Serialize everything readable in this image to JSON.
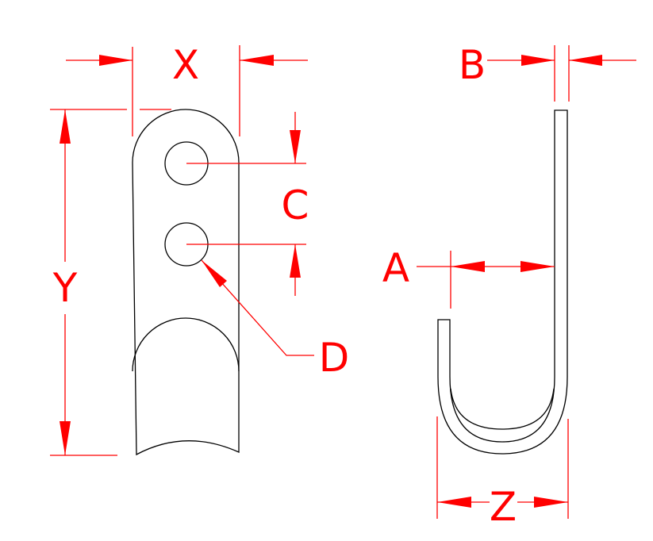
{
  "drawing": {
    "type": "technical dimension drawing",
    "views": [
      {
        "name": "front-view",
        "description": "flat strap with rounded top, two holes and curved cutout"
      },
      {
        "name": "side-view",
        "description": "J-hook profile"
      }
    ],
    "colors": {
      "dimension": "#ff0000",
      "part": "#000000",
      "background": "#ffffff"
    }
  },
  "labels": {
    "x": "X",
    "y": "Y",
    "c": "C",
    "d": "D",
    "a": "A",
    "b": "B",
    "z": "Z"
  }
}
